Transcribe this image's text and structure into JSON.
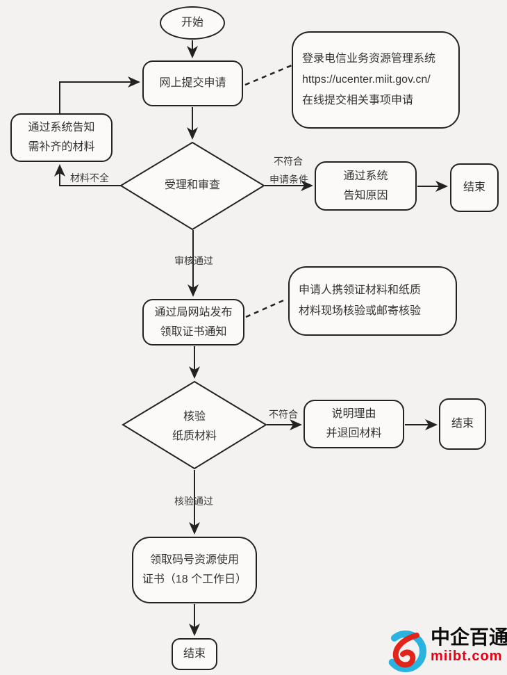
{
  "canvas": {
    "background": "#f3f2f0",
    "line_color": "#222222",
    "node_fill": "#fbfaf8"
  },
  "nodes": {
    "start": {
      "label": "开始"
    },
    "submit": {
      "label": "网上提交申请"
    },
    "system_info": {
      "line1": "登录电信业务资源管理系统",
      "line2": "https://ucenter.miit.gov.cn/",
      "line3": "在线提交相关事项申请"
    },
    "supplement": {
      "line1": "通过系统告知",
      "line2": "需补齐的材料"
    },
    "review": {
      "label": "受理和审查"
    },
    "notify_reason": {
      "line1": "通过系统",
      "line2": "告知原因"
    },
    "end_review": {
      "label": "结束"
    },
    "publish": {
      "line1": "通过局网站发布",
      "line2": "领取证书通知"
    },
    "verify_info": {
      "line1": "申请人携领证材料和纸质",
      "line2": "材料现场核验或邮寄核验"
    },
    "verify": {
      "line1": "核验",
      "line2": "纸质材料"
    },
    "explain": {
      "line1": "说明理由",
      "line2": "并退回材料"
    },
    "end_verify": {
      "label": "结束"
    },
    "receive": {
      "line1": "领取码号资源使用",
      "line2": "证书（18 个工作日）"
    },
    "end_final": {
      "label": "结束"
    }
  },
  "edge_labels": {
    "materials_incomplete": "材料不全",
    "not_meet_line1": "不符合",
    "not_meet_line2": "申请条件",
    "review_passed": "审核通过",
    "verify_failed": "不符合",
    "verify_passed": "核验通过"
  },
  "logo": {
    "brand": "中企百通",
    "domain": "miibt.com",
    "brand_color": "#0c0c0c",
    "domain_color": "#e60012",
    "globe_blue": "#2bb3e0",
    "globe_red": "#e1251b"
  }
}
